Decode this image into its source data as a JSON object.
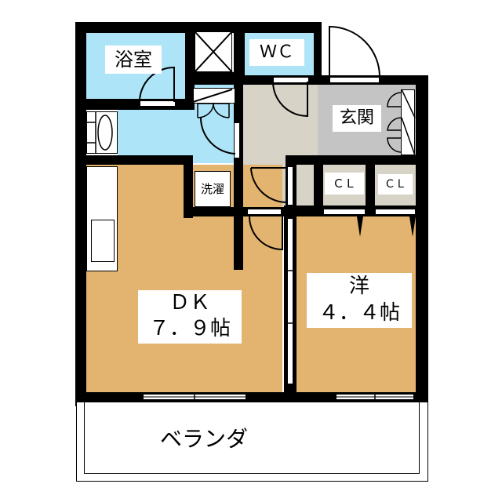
{
  "floorplan": {
    "colors": {
      "wall": "#000000",
      "wet_area": "#aee4f7",
      "hall": "#d7d3c7",
      "entrance": "#c4c4c4",
      "room_floor": "#e2b46f",
      "closet": "#d7d3c7",
      "balcony": "#ffffff",
      "label_bg": "#ffffff"
    },
    "rooms": {
      "bath": {
        "label": "浴室"
      },
      "wc": {
        "label": "ＷＣ"
      },
      "entrance": {
        "label": "玄関"
      },
      "washer": {
        "label": "洗濯"
      },
      "closet_1": {
        "label": "ＣＬ"
      },
      "closet_2": {
        "label": "ＣＬ"
      },
      "dk": {
        "label_line1": "ＤＫ",
        "label_line2": "７．９帖"
      },
      "western": {
        "label_line1": "洋",
        "label_line2": "４．４帖"
      },
      "balcony": {
        "label": "ベランダ"
      }
    }
  }
}
